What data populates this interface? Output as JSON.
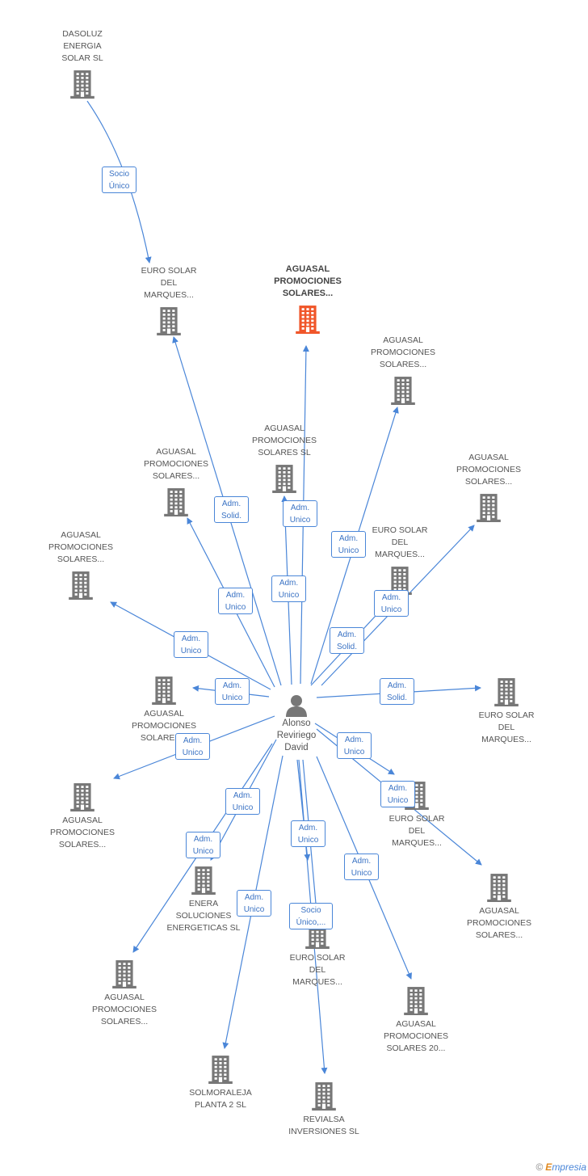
{
  "person": {
    "label": "Alonso\nReviriego\nDavid",
    "icon": "person-icon"
  },
  "colors": {
    "edge": "#4a86d8",
    "building": "#777777",
    "focus": "#f0562a"
  },
  "nodes": [
    {
      "id": "n0",
      "label": "DASOLUZ\nENERGIA\nSOLAR SL",
      "icon": "building-icon",
      "focus": false
    },
    {
      "id": "n1",
      "label": "EURO SOLAR\nDEL\nMARQUES...",
      "icon": "building-icon",
      "focus": false
    },
    {
      "id": "n2",
      "label": "AGUASAL\nPROMOCIONES\nSOLARES...",
      "icon": "building-icon",
      "focus": true
    },
    {
      "id": "n3",
      "label": "AGUASAL\nPROMOCIONES\nSOLARES...",
      "icon": "building-icon",
      "focus": false
    },
    {
      "id": "n4",
      "label": "AGUASAL\nPROMOCIONES\nSOLARES SL",
      "icon": "building-icon",
      "focus": false
    },
    {
      "id": "n5",
      "label": "AGUASAL\nPROMOCIONES\nSOLARES...",
      "icon": "building-icon",
      "focus": false
    },
    {
      "id": "n6",
      "label": "AGUASAL\nPROMOCIONES\nSOLARES...",
      "icon": "building-icon",
      "focus": false
    },
    {
      "id": "n7",
      "label": "AGUASAL\nPROMOCIONES\nSOLARES...",
      "icon": "building-icon",
      "focus": false
    },
    {
      "id": "n8",
      "label": "EURO SOLAR\nDEL\nMARQUES...",
      "icon": "building-icon",
      "focus": false
    },
    {
      "id": "n9",
      "label": "AGUASAL\nPROMOCIONES\nSOLARES...",
      "icon": "building-icon",
      "focus": false
    },
    {
      "id": "n10",
      "label": "EURO SOLAR\nDEL\nMARQUES...",
      "icon": "building-icon",
      "focus": false
    },
    {
      "id": "n11",
      "label": "AGUASAL\nPROMOCIONES\nSOLARES...",
      "icon": "building-icon",
      "focus": false
    },
    {
      "id": "n12",
      "label": "EURO SOLAR\nDEL\nMARQUES...",
      "icon": "building-icon",
      "focus": false
    },
    {
      "id": "n13",
      "label": "AGUASAL\nPROMOCIONES\nSOLARES...",
      "icon": "building-icon",
      "focus": false
    },
    {
      "id": "n14",
      "label": "ENERA\nSOLUCIONES\nENERGETICAS SL",
      "icon": "building-icon",
      "focus": false
    },
    {
      "id": "n15",
      "label": "EURO SOLAR\nDEL\nMARQUES...",
      "icon": "building-icon",
      "focus": false
    },
    {
      "id": "n16",
      "label": "AGUASAL\nPROMOCIONES\nSOLARES...",
      "icon": "building-icon",
      "focus": false
    },
    {
      "id": "n17",
      "label": "AGUASAL\nPROMOCIONES\nSOLARES 20...",
      "icon": "building-icon",
      "focus": false
    },
    {
      "id": "n18",
      "label": "SOLMORALEJA\nPLANTA 2 SL",
      "icon": "building-icon",
      "focus": false
    },
    {
      "id": "n19",
      "label": "REVIALSA\nINVERSIONES SL",
      "icon": "building-icon",
      "focus": false
    }
  ],
  "relations": [
    {
      "id": "r0",
      "label": "Socio\nÚnico"
    },
    {
      "id": "r1",
      "label": "Adm.\nSolid."
    },
    {
      "id": "r2",
      "label": "Adm.\nUnico"
    },
    {
      "id": "r3",
      "label": "Adm.\nUnico"
    },
    {
      "id": "r4",
      "label": "Adm.\nUnico"
    },
    {
      "id": "r5",
      "label": "Adm.\nUnico"
    },
    {
      "id": "r6",
      "label": "Adm.\nUnico"
    },
    {
      "id": "r7",
      "label": "Adm.\nUnico"
    },
    {
      "id": "r8",
      "label": "Adm.\nSolid."
    },
    {
      "id": "r9",
      "label": "Adm.\nUnico"
    },
    {
      "id": "r10",
      "label": "Adm.\nSolid."
    },
    {
      "id": "r11",
      "label": "Adm.\nUnico"
    },
    {
      "id": "r12",
      "label": "Adm.\nUnico"
    },
    {
      "id": "r13",
      "label": "Adm.\nUnico"
    },
    {
      "id": "r14",
      "label": "Adm.\nUnico"
    },
    {
      "id": "r15",
      "label": "Adm.\nUnico"
    },
    {
      "id": "r16",
      "label": "Adm.\nUnico"
    },
    {
      "id": "r17",
      "label": "Adm.\nUnico"
    },
    {
      "id": "r18",
      "label": "Socio\nÚnico,..."
    },
    {
      "id": "r19",
      "label": "Adm.\nUnico"
    }
  ],
  "footer": {
    "copyright": "©",
    "brand_e": "E",
    "brand_rest": "mpresia"
  }
}
